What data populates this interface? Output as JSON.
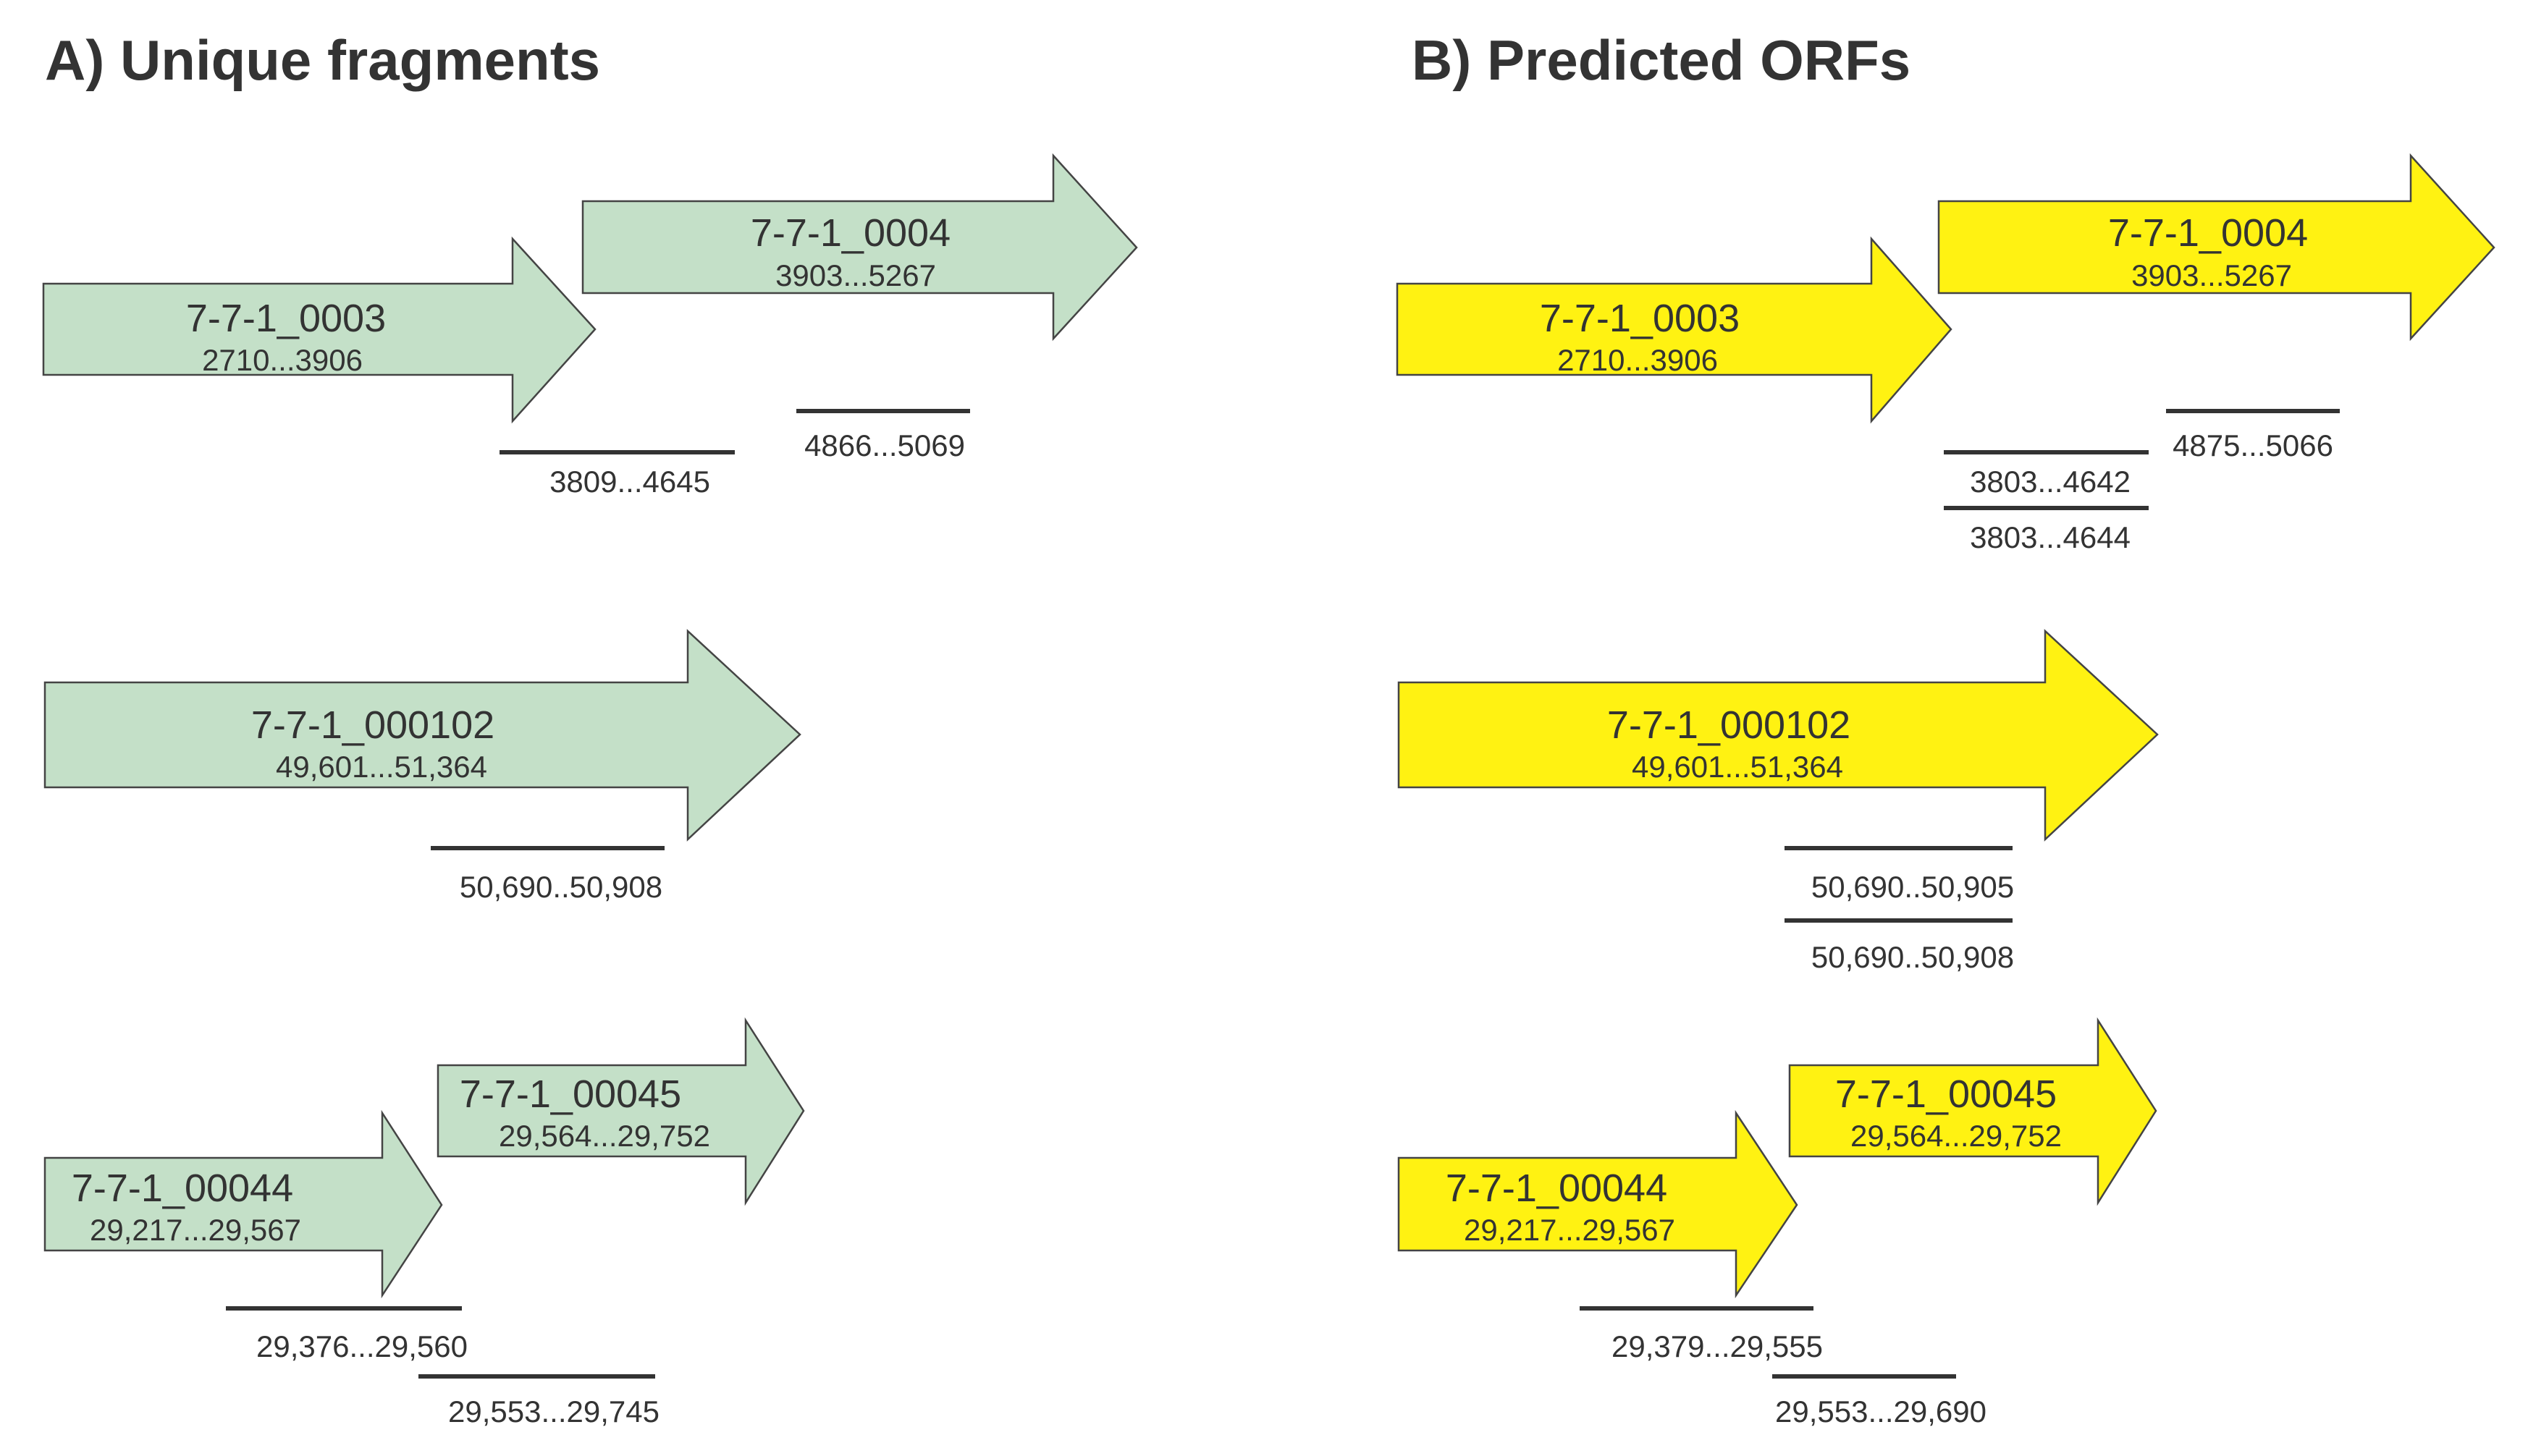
{
  "colors": {
    "panel_a_fill": "#c4e0c8",
    "panel_b_fill": "#fff212",
    "text": "#333333",
    "line": "#333333"
  },
  "panels": [
    {
      "title": "A) Unique fragments",
      "fill_key": "panel_a_fill",
      "genes": [
        {
          "name": "7-7-1_0003",
          "range": "2710...3906"
        },
        {
          "name": "7-7-1_0004",
          "range": "3903...5267"
        },
        {
          "name": "7-7-1_000102",
          "range": "49,601...51,364"
        },
        {
          "name": "7-7-1_00044",
          "range": "29,217...29,567"
        },
        {
          "name": "7-7-1_00045",
          "range": "29,564...29,752"
        }
      ],
      "fragments": [
        {
          "label": "3809...4645"
        },
        {
          "label": "4866...5069"
        },
        {
          "label": "50,690..50,908"
        },
        {
          "label": "29,376...29,560"
        },
        {
          "label": "29,553...29,745"
        }
      ]
    },
    {
      "title": "B) Predicted ORFs",
      "fill_key": "panel_b_fill",
      "genes": [
        {
          "name": "7-7-1_0003",
          "range": "2710...3906"
        },
        {
          "name": "7-7-1_0004",
          "range": "3903...5267"
        },
        {
          "name": "7-7-1_000102",
          "range": "49,601...51,364"
        },
        {
          "name": "7-7-1_00044",
          "range": "29,217...29,567"
        },
        {
          "name": "7-7-1_00045",
          "range": "29,564...29,752"
        }
      ],
      "fragments": [
        {
          "label": "3803...4642"
        },
        {
          "label": "3803...4644"
        },
        {
          "label": "4875...5066"
        },
        {
          "label": "50,690..50,905"
        },
        {
          "label": "50,690..50,908"
        },
        {
          "label": "29,379...29,555"
        },
        {
          "label": "29,553...29,690"
        }
      ]
    }
  ]
}
